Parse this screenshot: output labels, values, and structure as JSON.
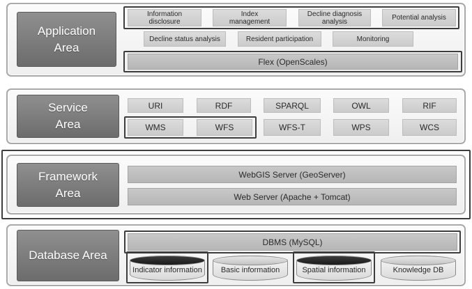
{
  "application": {
    "label": "Application Area",
    "row1": [
      "Information disclosure",
      "Index management",
      "Decline diagnosis analysis",
      "Potential analysis"
    ],
    "row2": [
      "Decline status analysis",
      "Resident participation",
      "Monitoring"
    ],
    "flex": "Flex (OpenScales)"
  },
  "service": {
    "label": "Service Area",
    "row1": [
      "URI",
      "RDF",
      "SPARQL",
      "OWL",
      "RIF"
    ],
    "row2": [
      "WMS",
      "WFS",
      "WFS-T",
      "WPS",
      "WCS"
    ]
  },
  "framework": {
    "label": "Framework Area",
    "webgis": "WebGIS Server (GeoServer)",
    "webserver": "Web Server (Apache + Tomcat)"
  },
  "database": {
    "label": "Database Area",
    "dbms": "DBMS (MySQL)",
    "stores": [
      "Indicator information",
      "Basic information",
      "Spatial information",
      "Knowledge DB"
    ]
  }
}
